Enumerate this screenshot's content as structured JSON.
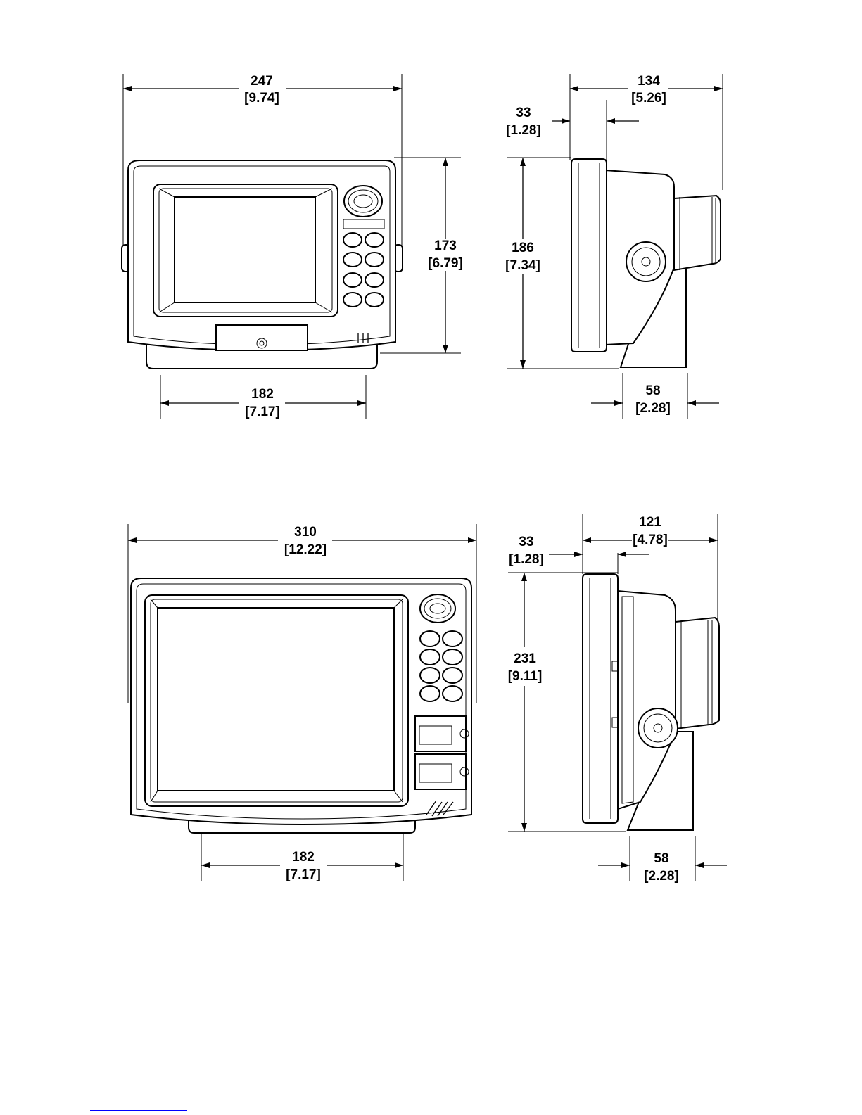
{
  "diagram_title": "",
  "views": [
    {
      "id": "small-unit",
      "front": {
        "width": {
          "mm": "247",
          "in": "[9.74]"
        },
        "height": {
          "mm": "173",
          "in": "[6.79]"
        },
        "bracket_width": {
          "mm": "182",
          "in": "[7.17]"
        }
      },
      "side": {
        "depth": {
          "mm": "134",
          "in": "[5.26]"
        },
        "bezel": {
          "mm": "33",
          "in": "[1.28]"
        },
        "height": {
          "mm": "186",
          "in": "[7.34]"
        },
        "base": {
          "mm": "58",
          "in": "[2.28]"
        }
      }
    },
    {
      "id": "large-unit",
      "front": {
        "width": {
          "mm": "310",
          "in": "[12.22]"
        },
        "bracket_width": {
          "mm": "182",
          "in": "[7.17]"
        }
      },
      "side": {
        "depth": {
          "mm": "121",
          "in": "[4.78]"
        },
        "bezel": {
          "mm": "33",
          "in": "[1.28]"
        },
        "height": {
          "mm": "231",
          "in": "[9.11]"
        },
        "base": {
          "mm": "58",
          "in": "[2.28]"
        }
      }
    }
  ]
}
